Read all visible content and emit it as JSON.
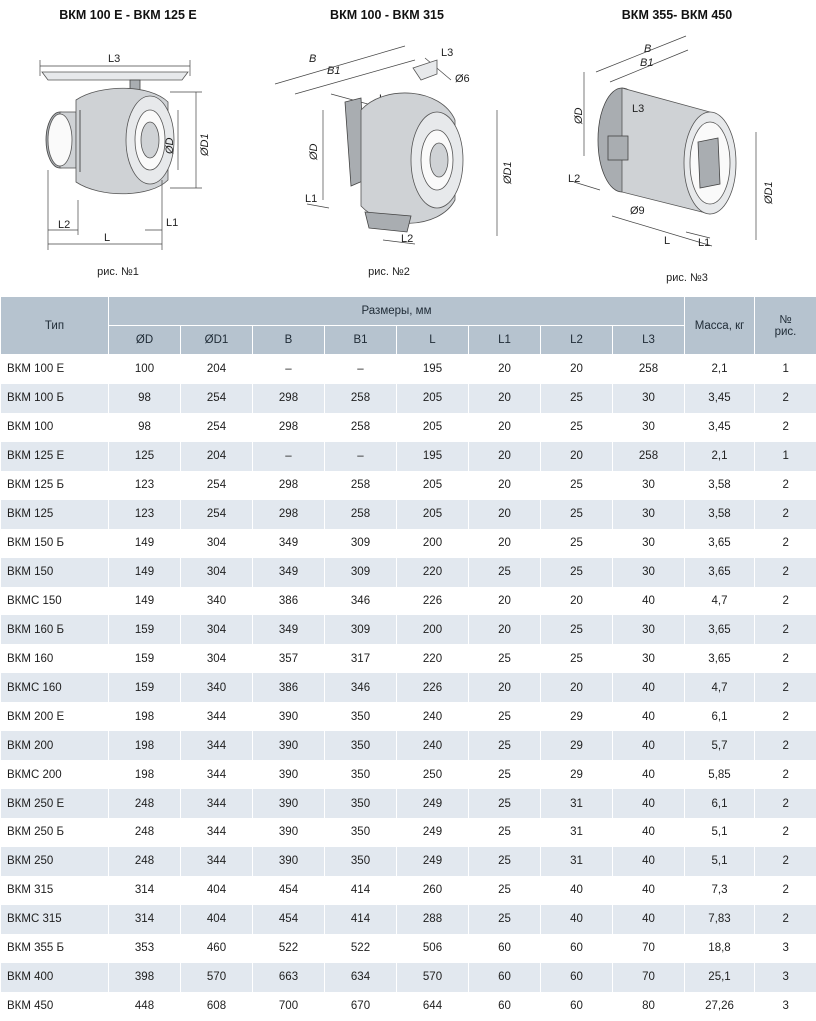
{
  "figures": [
    {
      "title": "ВКМ 100 Е - ВКМ 125 Е",
      "caption": "рис. №1",
      "labels": {
        "l3": "L3",
        "d": "ØD",
        "d1": "ØD1",
        "l2": "L2",
        "l": "L",
        "l1": "L1"
      }
    },
    {
      "title": "ВКМ 100 - ВКМ 315",
      "caption": "рис. №2",
      "labels": {
        "b": "B",
        "b1": "B1",
        "l3": "L3",
        "hole": "Ø6",
        "l": "L",
        "d": "ØD",
        "d1": "ØD1",
        "l1": "L1",
        "l2": "L2"
      }
    },
    {
      "title": "ВКМ 355- ВКМ 450",
      "caption": "рис. №3",
      "labels": {
        "b": "B",
        "b1": "B1",
        "d": "ØD",
        "l3": "L3",
        "l2": "L2",
        "hole": "Ø9",
        "d1": "ØD1",
        "l1": "L1",
        "l": "L"
      }
    }
  ],
  "table": {
    "header": {
      "type": "Тип",
      "dimensions_group": "Размеры, мм",
      "mass": "Масса, кг",
      "fig_no": "№ рис.",
      "columns": [
        "ØD",
        "ØD1",
        "B",
        "B1",
        "L",
        "L1",
        "L2",
        "L3"
      ]
    },
    "rows": [
      [
        "ВКМ 100 Е",
        "100",
        "204",
        "–",
        "–",
        "195",
        "20",
        "20",
        "258",
        "2,1",
        "1"
      ],
      [
        "ВКМ 100 Б",
        "98",
        "254",
        "298",
        "258",
        "205",
        "20",
        "25",
        "30",
        "3,45",
        "2"
      ],
      [
        "ВКМ 100",
        "98",
        "254",
        "298",
        "258",
        "205",
        "20",
        "25",
        "30",
        "3,45",
        "2"
      ],
      [
        "ВКМ 125 Е",
        "125",
        "204",
        "–",
        "–",
        "195",
        "20",
        "20",
        "258",
        "2,1",
        "1"
      ],
      [
        "ВКМ 125 Б",
        "123",
        "254",
        "298",
        "258",
        "205",
        "20",
        "25",
        "30",
        "3,58",
        "2"
      ],
      [
        "ВКМ 125",
        "123",
        "254",
        "298",
        "258",
        "205",
        "20",
        "25",
        "30",
        "3,58",
        "2"
      ],
      [
        "ВКМ 150 Б",
        "149",
        "304",
        "349",
        "309",
        "200",
        "20",
        "25",
        "30",
        "3,65",
        "2"
      ],
      [
        "ВКМ 150",
        "149",
        "304",
        "349",
        "309",
        "220",
        "25",
        "25",
        "30",
        "3,65",
        "2"
      ],
      [
        "ВКМС 150",
        "149",
        "340",
        "386",
        "346",
        "226",
        "20",
        "20",
        "40",
        "4,7",
        "2"
      ],
      [
        "ВКМ 160 Б",
        "159",
        "304",
        "349",
        "309",
        "200",
        "20",
        "25",
        "30",
        "3,65",
        "2"
      ],
      [
        "ВКМ 160",
        "159",
        "304",
        "357",
        "317",
        "220",
        "25",
        "25",
        "30",
        "3,65",
        "2"
      ],
      [
        "ВКМС 160",
        "159",
        "340",
        "386",
        "346",
        "226",
        "20",
        "20",
        "40",
        "4,7",
        "2"
      ],
      [
        "ВКМ 200 Е",
        "198",
        "344",
        "390",
        "350",
        "240",
        "25",
        "29",
        "40",
        "6,1",
        "2"
      ],
      [
        "ВКМ 200",
        "198",
        "344",
        "390",
        "350",
        "240",
        "25",
        "29",
        "40",
        "5,7",
        "2"
      ],
      [
        "ВКМС 200",
        "198",
        "344",
        "390",
        "350",
        "250",
        "25",
        "29",
        "40",
        "5,85",
        "2"
      ],
      [
        "ВКМ 250 Е",
        "248",
        "344",
        "390",
        "350",
        "249",
        "25",
        "31",
        "40",
        "6,1",
        "2"
      ],
      [
        "ВКМ 250 Б",
        "248",
        "344",
        "390",
        "350",
        "249",
        "25",
        "31",
        "40",
        "5,1",
        "2"
      ],
      [
        "ВКМ 250",
        "248",
        "344",
        "390",
        "350",
        "249",
        "25",
        "31",
        "40",
        "5,1",
        "2"
      ],
      [
        "ВКМ 315",
        "314",
        "404",
        "454",
        "414",
        "260",
        "25",
        "40",
        "40",
        "7,3",
        "2"
      ],
      [
        "ВКМС 315",
        "314",
        "404",
        "454",
        "414",
        "288",
        "25",
        "40",
        "40",
        "7,83",
        "2"
      ],
      [
        "ВКМ 355 Б",
        "353",
        "460",
        "522",
        "522",
        "506",
        "60",
        "60",
        "70",
        "18,8",
        "3"
      ],
      [
        "ВКМ 400",
        "398",
        "570",
        "663",
        "634",
        "570",
        "60",
        "60",
        "70",
        "25,1",
        "3"
      ],
      [
        "ВКМ 450",
        "448",
        "608",
        "700",
        "670",
        "644",
        "60",
        "60",
        "80",
        "27,26",
        "3"
      ]
    ]
  }
}
